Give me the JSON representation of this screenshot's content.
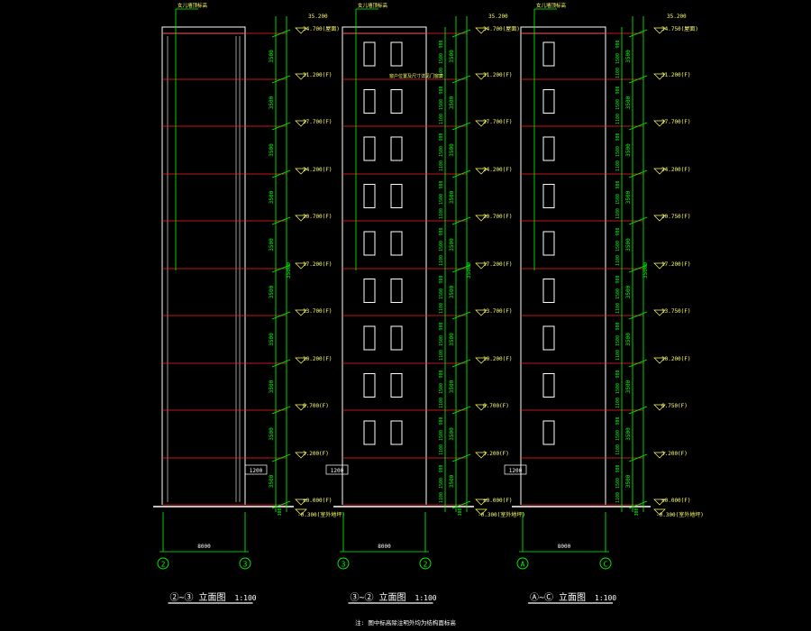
{
  "colors": {
    "background": "#000000",
    "wall_outline": "#ffffff",
    "floor_line": "#ff2020",
    "dimension": "#00ff00",
    "level_text": "#ffff66",
    "window": "#ffffff",
    "axis_bubble": "#00ff00",
    "title_text": "#ffffff"
  },
  "top_level": "35.200",
  "ground_level": "-0.300(室外地坪)",
  "leader_label": "女儿墙顶标高",
  "total_height": "35000",
  "storey_height": "3500",
  "ground_step": "300",
  "width_dim": "8000",
  "small_dim": "1200",
  "level_labels_left": [
    "34.700(屋面)",
    "31.200(F)",
    "27.700(F)",
    "24.200(F)",
    "20.700(F)",
    "17.200(F)",
    "13.700(F)",
    "10.200(F)",
    "6.700(F)",
    "3.200(F)",
    "±0.000(F)"
  ],
  "level_labels_mid": [
    "34.700(屋面)",
    "31.200(F)",
    "27.700(F)",
    "24.200(F)",
    "20.700(F)",
    "17.200(F)",
    "13.700(F)",
    "10.200(F)",
    "6.700(F)",
    "3.200(F)",
    "±0.000(F)"
  ],
  "level_labels_right": [
    "34.750(屋面)",
    "31.200(F)",
    "27.700(F)",
    "24.200(F)",
    "20.750(F)",
    "17.200(F)",
    "13.750(F)",
    "10.200(F)",
    "6.750(F)",
    "3.200(F)",
    "±0.000(F)"
  ],
  "window_note": "窗户位置及尺寸详见门窗表",
  "sub_dims": [
    "900",
    "1500",
    "1100"
  ],
  "elevations": [
    {
      "axis_left": "2",
      "axis_right": "3",
      "title": "②~③ 立面图",
      "scale": "1:100"
    },
    {
      "axis_left": "3",
      "axis_right": "2",
      "title": "③~② 立面图",
      "scale": "1:100"
    },
    {
      "axis_left": "A",
      "axis_right": "C",
      "title": "Ⓐ~Ⓒ 立面图",
      "scale": "1:100"
    }
  ],
  "footnote": "注: 图中标高除注明外均为结构面标高"
}
